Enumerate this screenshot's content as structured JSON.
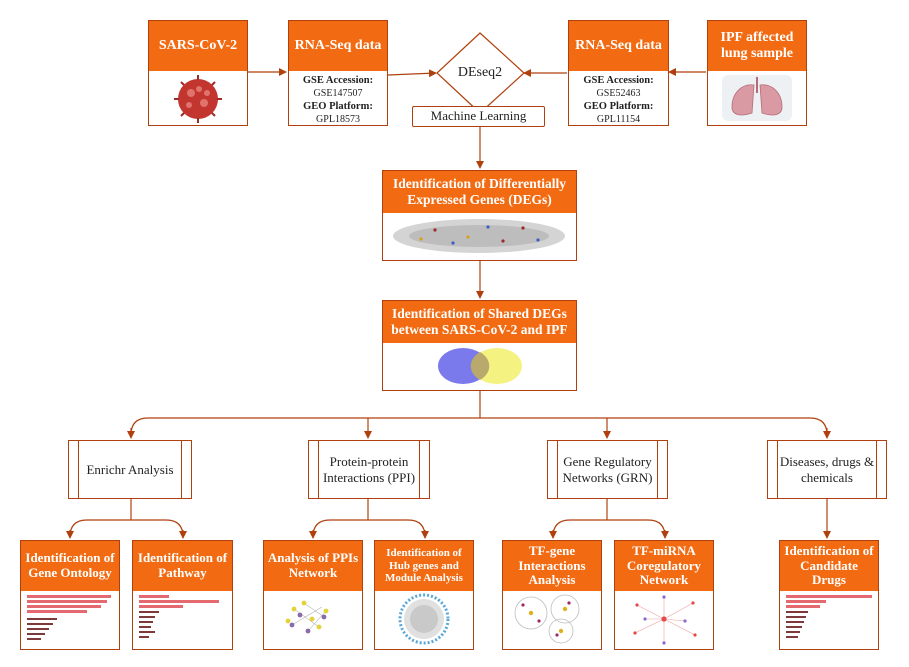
{
  "sars": {
    "title": "SARS-CoV-2"
  },
  "rna_left": {
    "title": "RNA-Seq data",
    "acc_label": "GSE Accession:",
    "acc_value": "GSE147507",
    "plat_label": "GEO Platform:",
    "plat_value": "GPL18573"
  },
  "rna_right": {
    "title": "RNA-Seq data",
    "acc_label": "GSE Accession:",
    "acc_value": "GSE52463",
    "plat_label": "GEO Platform:",
    "plat_value": "GPL11154"
  },
  "ipf": {
    "title": "IPF affected lung sample"
  },
  "deseq": {
    "label": "DEseq2"
  },
  "ml": {
    "label": "Machine Learning"
  },
  "degs": {
    "title": "Identification of Differentially Expressed Genes (DEGs)"
  },
  "shared": {
    "title": "Identification of Shared DEGs between SARS-CoV-2 and IPF"
  },
  "branches": {
    "enrichr": "Enrichr Analysis",
    "ppi": "Protein-protein Interactions (PPI)",
    "grn": "Gene Regulatory Networks (GRN)",
    "ddc": "Diseases, drugs & chemicals"
  },
  "outputs": {
    "go": "Identification of Gene Ontology",
    "pathway": "Identification of Pathway",
    "ppin": "Analysis of PPIs Network",
    "hub": "Identification of Hub genes and Module Analysis",
    "tfgene": "TF-gene Interactions Analysis",
    "tfmirna": "TF-miRNA Coregulatory Network",
    "drugs": "Identification of Candidate Drugs"
  },
  "colors": {
    "orange": "#f26b12",
    "border": "#b0410f",
    "arrow": "#b0410f"
  }
}
